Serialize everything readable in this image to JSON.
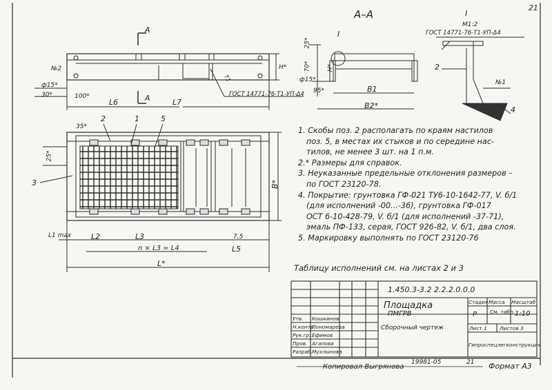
{
  "page_number": "21",
  "section_label": "A–A",
  "detail": {
    "mark": "I",
    "scale": "M1:2",
    "weld": "ГОСТ 14771-76-Т1-УП-Δ4"
  },
  "labels": {
    "pos2": "№2",
    "pos1": "№1",
    "pos4": "4",
    "pos2b": "2",
    "cut_a_top": "A",
    "cut_a_bottom": "A",
    "d15": "ф15*",
    "d15b": "ф15*",
    "dim30": "30*",
    "dim100": "100*",
    "dim25": "25*",
    "dim70": "70*",
    "dim25b": "25*",
    "dimH": "H*",
    "dim95": "95*",
    "L6": "L6",
    "L7": "L7",
    "B1": "B1",
    "B2": "B2*",
    "weld_main": "ГОСТ 14771-76-Т1-УП-Δ4",
    "weld_mark": "Т1",
    "dim35": "35*",
    "leader2": "2",
    "leader1": "1",
    "leader5": "5",
    "pos3": "3",
    "dim25c": "25*",
    "Bstar": "B*",
    "L1max": "L1 max",
    "L2": "L2",
    "L3": "L3",
    "formula": "n × L3 = L4",
    "dim75": "7,5",
    "L5": "L5",
    "Lstar": "L*"
  },
  "notes": [
    "1. Скобы поз. 2 располагать по краям настилов",
    "поз. 5, в местах их стыков и по середине нас-",
    "тилов, не менее 3 шт. на 1 п.м.",
    "2.* Размеры для справок.",
    "3. Неуказанные предельные отклонения размеров –",
    "по ГОСТ 23120-78.",
    "4. Покрытие: грунтовка ГФ-021 ТУ6-10-1642-77, V. б/1",
    "(для исполнений -00...-36), грунтовка ГФ-017",
    "ОСТ 6-10-428-79, V. б/1 (для исполнений -37-71),",
    "эмаль ПФ-133, серая, ГОСТ 926-82, V. б/1, два слоя.",
    "5. Маркировку выполнять по ГОСТ 23120-76"
  ],
  "table_ref": "Таблицу исполнений см. на листах 2 и 3",
  "title_block": {
    "doc_number": "1.450.3-3.2 2.2.2.0.0.0",
    "title": "Площадка",
    "subtitle": "ПМГРВ",
    "doc_type": "Сборочный чертеж",
    "stage_label": "Стадия",
    "mass_label": "Масса",
    "scale_label": "Масштаб",
    "stage": "Р",
    "mass": "См. табл.",
    "scale": "1:10",
    "sheet": "Лист 1",
    "sheets": "Листов 3",
    "org": "Гипроспецлегконструкция",
    "rows": [
      {
        "role": "Утв.",
        "name": "Кошкинов"
      },
      {
        "role": "Н.контр.",
        "name": "Пономарева"
      },
      {
        "role": "Рук.гр.",
        "name": "Ефимов"
      },
      {
        "role": "Пров.",
        "name": "Агапова"
      },
      {
        "role": "Разраб.",
        "name": "Мухлынова"
      }
    ]
  },
  "footer": {
    "copied": "Копировал Выгрянова",
    "inv": "19981-05",
    "sheet_no": "21",
    "format": "Формат A3"
  }
}
